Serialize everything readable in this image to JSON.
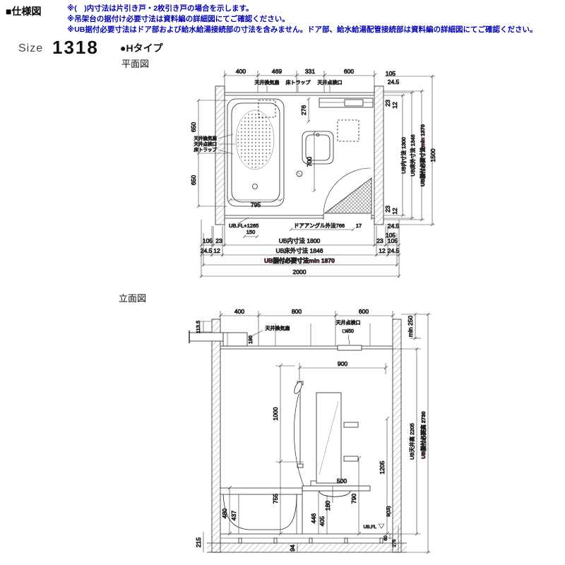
{
  "header": {
    "section_title": "■仕様図",
    "notes": [
      "※(　)内寸法は片引き戸・2枚引き戸の場合を示します。",
      "※吊架台の据付け必要寸法は資料編の詳細図にてご確認ください。",
      "※UB据付必要寸法はドア部および給水給湯接続部の寸法を含みません。ドア部、給水給湯配管接続部は資料編の詳細図にてご確認ください。"
    ],
    "size_label": "Size",
    "size_value": "1318",
    "type_label": "●Hタイプ"
  },
  "plan": {
    "title": "平面図",
    "top_dims": [
      "400",
      "469",
      "331",
      "600"
    ],
    "top_labels": [
      "天井換気扇",
      "床トラップ",
      "天井点検口"
    ],
    "left_dims": [
      "650",
      "650"
    ],
    "left_labels": [
      "天井換気扇",
      "天井点検口",
      "床トラップ"
    ],
    "right": {
      "d105_top": "105",
      "d245_top": "24.5",
      "d23_top": "23",
      "d12_top": "12",
      "ub_inner": "UB内寸法 1300",
      "ub_floor_outer": "UB床外寸法 1346",
      "ub_install_min": "UB据付必要寸法min 1370",
      "d1500": "1500",
      "d23_bottom": "23",
      "d12_bottom": "12",
      "d245_bottom": "24.5",
      "d105_bottom": "105"
    },
    "inner": {
      "tub_width": "795",
      "d276": "276",
      "d700": "700",
      "ub_fl": "UB.FL+1265",
      "d150": "150",
      "door_angle": "ドアアングル外法766",
      "d17": "17"
    },
    "bottom": {
      "d105_left": "105",
      "d23_left": "23",
      "ub_inner": "UB内寸法 1800",
      "d23_right": "23",
      "d105_right": "105",
      "d245_left": "24.5",
      "d12_left": "12",
      "ub_floor_outer": "UB床外寸法 1846",
      "d12_right": "12",
      "d245_right": "24.5",
      "ub_install_min": "UB据付必要寸法min 1870",
      "total": "2000"
    }
  },
  "elevation": {
    "title": "立面図",
    "top_dims": [
      "400",
      "800",
      "600"
    ],
    "top": {
      "min250": "min 250",
      "d1135": "113.5",
      "label_fan": "天井換気扇",
      "label_inspect": "天井点検口",
      "d450": "□450",
      "d190": "190"
    },
    "inner": {
      "d900": "900",
      "d1000": "1000",
      "d755": "755",
      "d500": "500",
      "d790": "790",
      "d1205": "1205",
      "d8_15": "8(15)",
      "d480": "480",
      "d437": "437",
      "d446": "446",
      "d405": "405",
      "d180": "180",
      "ub_fl": "UB.FL"
    },
    "bottom": {
      "d215": "215",
      "d94": "94",
      "d60": "60",
      "d275": "275"
    },
    "right": {
      "ceiling_height": "UB天井高 2205",
      "install_height": "UB据付必要高 2730"
    }
  },
  "colors": {
    "note_blue": "#0000b4",
    "accent_magenta": "#e5007e",
    "line": "#222222"
  }
}
